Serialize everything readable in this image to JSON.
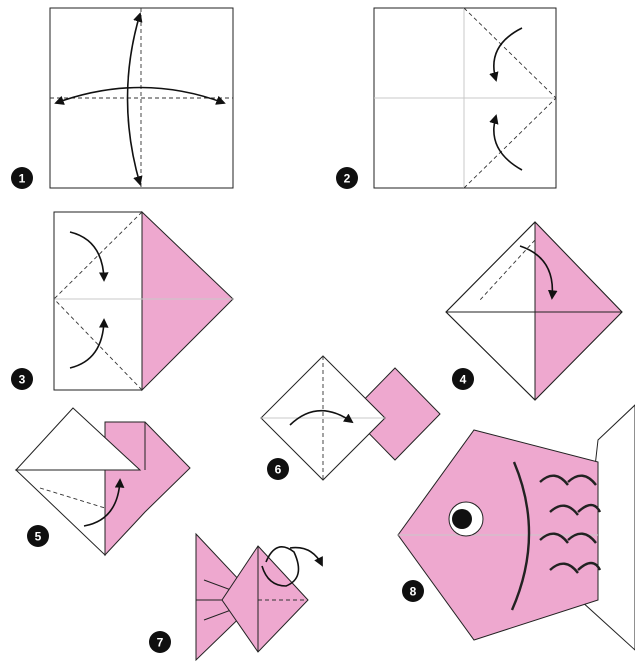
{
  "steps": [
    {
      "number": "1"
    },
    {
      "number": "2"
    },
    {
      "number": "3"
    },
    {
      "number": "4"
    },
    {
      "number": "5"
    },
    {
      "number": "6"
    },
    {
      "number": "7"
    },
    {
      "number": "8"
    }
  ],
  "colors": {
    "paper": "#ffffff",
    "paper_color_side": "#eea8cf",
    "lines": "#222222",
    "badge": "#0f0f0f"
  }
}
